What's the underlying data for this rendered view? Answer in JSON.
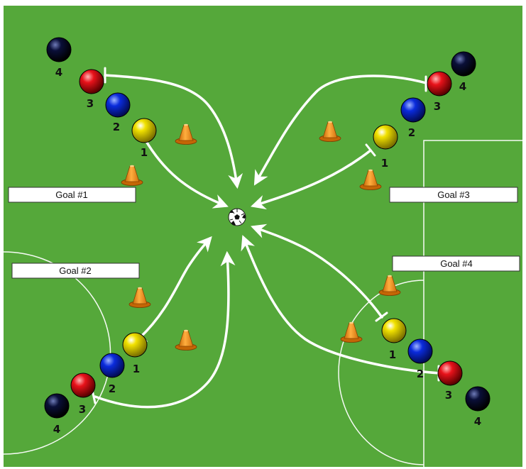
{
  "colors": {
    "field": "#55a83a",
    "field_line": "#ffffff",
    "arrow": "#ffffff",
    "cone": "#f28a1c",
    "player_1": "#f2e200",
    "player_2": "#0a2bdc",
    "player_3": "#e8121a",
    "player_4": "#0a0f38"
  },
  "icons": {
    "ball": "soccer-ball-icon",
    "cone": "training-cone-icon",
    "player": "player-marker-icon"
  },
  "goals": [
    {
      "id": "goal-1",
      "label": "Goal #1"
    },
    {
      "id": "goal-2",
      "label": "Goal #2"
    },
    {
      "id": "goal-3",
      "label": "Goal #3"
    },
    {
      "id": "goal-4",
      "label": "Goal #4"
    }
  ],
  "groups": [
    {
      "corner": "top-left",
      "players": [
        {
          "number": "1",
          "role": "player_1"
        },
        {
          "number": "2",
          "role": "player_2"
        },
        {
          "number": "3",
          "role": "player_3"
        },
        {
          "number": "4",
          "role": "player_4"
        }
      ]
    },
    {
      "corner": "top-right",
      "players": [
        {
          "number": "1",
          "role": "player_1"
        },
        {
          "number": "2",
          "role": "player_2"
        },
        {
          "number": "3",
          "role": "player_3"
        },
        {
          "number": "4",
          "role": "player_4"
        }
      ]
    },
    {
      "corner": "bottom-left",
      "players": [
        {
          "number": "1",
          "role": "player_1"
        },
        {
          "number": "2",
          "role": "player_2"
        },
        {
          "number": "3",
          "role": "player_3"
        },
        {
          "number": "4",
          "role": "player_4"
        }
      ]
    },
    {
      "corner": "bottom-right",
      "players": [
        {
          "number": "1",
          "role": "player_1"
        },
        {
          "number": "2",
          "role": "player_2"
        },
        {
          "number": "3",
          "role": "player_3"
        },
        {
          "number": "4",
          "role": "player_4"
        }
      ]
    }
  ]
}
